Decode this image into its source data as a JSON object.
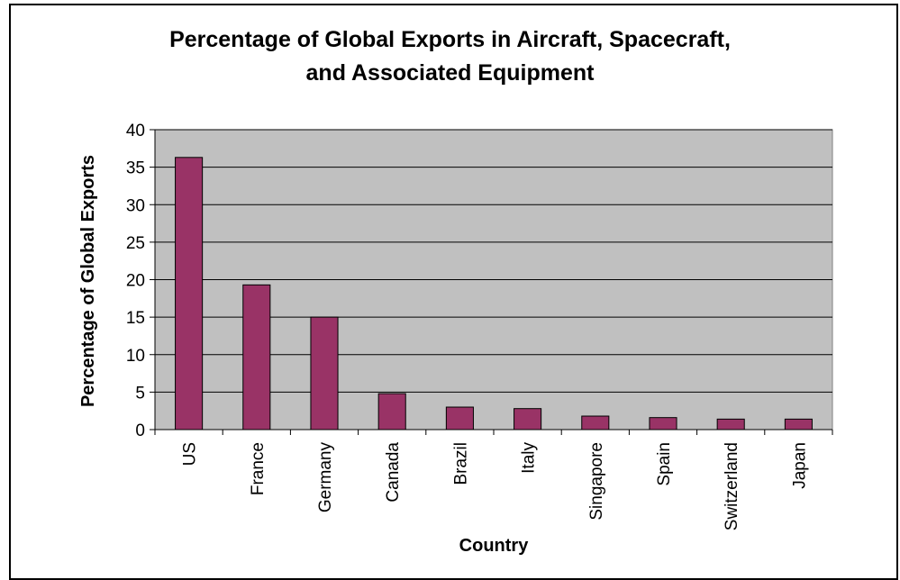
{
  "chart_data": {
    "type": "bar",
    "title": "Percentage of Global Exports in Aircraft, Spacecraft,\nand Associated Equipment",
    "xlabel": "Country",
    "ylabel": "Percentage of Global Exports",
    "categories": [
      "US",
      "France",
      "Germany",
      "Canada",
      "Brazil",
      "Italy",
      "Singapore",
      "Spain",
      "Switzerland",
      "Japan"
    ],
    "values": [
      36.3,
      19.3,
      15.0,
      4.8,
      3.0,
      2.8,
      1.8,
      1.6,
      1.4,
      1.4
    ],
    "ylim": [
      0,
      40
    ],
    "yticks": [
      0,
      5,
      10,
      15,
      20,
      25,
      30,
      35,
      40
    ],
    "grid": true,
    "legend": "none",
    "colors": {
      "bar": "#993366",
      "plot_background": "#c0c0c0",
      "gridline": "#000000"
    }
  }
}
